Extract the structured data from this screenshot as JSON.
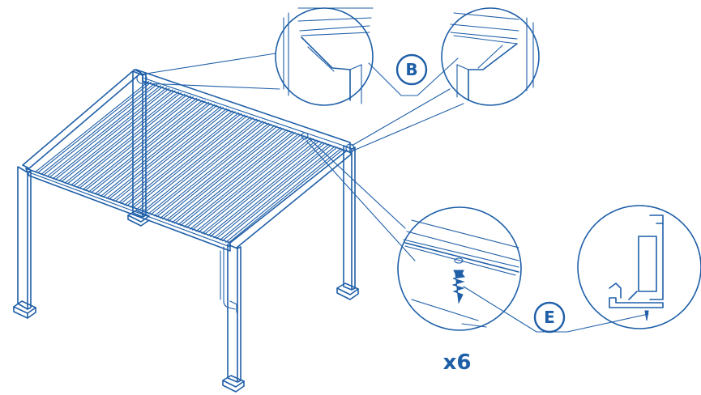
{
  "colors": {
    "ink": "#1f5fa8",
    "background": "#ffffff"
  },
  "callouts": {
    "b_label": "B",
    "e_label": "E"
  },
  "quantity": {
    "label": "x6"
  }
}
